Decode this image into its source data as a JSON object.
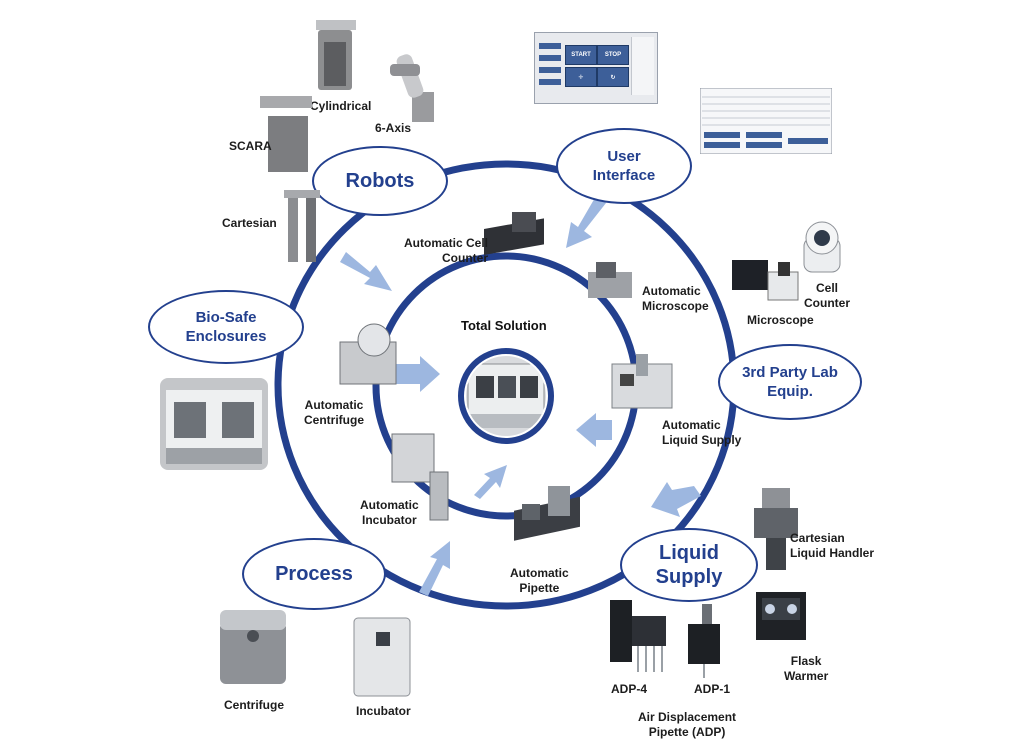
{
  "hubs": {
    "robots": "Robots",
    "user_interface": "User\nInterface",
    "bio_safe": "Bio-Safe\nEnclosures",
    "third_party": "3rd Party Lab\nEquip.",
    "process": "Process",
    "liquid_supply": "Liquid\nSupply"
  },
  "center": {
    "title": "Total Solution"
  },
  "inner_modules": {
    "cell_counter": "Automatic Cell\nCounter",
    "microscope": "Automatic\nMicroscope",
    "liquid_supply": "Automatic\nLiquid Supply",
    "pipette": "Automatic\nPipette",
    "incubator": "Automatic\nIncubator",
    "centrifuge": "Automatic\nCentrifuge"
  },
  "robot_types": {
    "cylindrical": "Cylindrical",
    "six_axis": "6-Axis",
    "scara": "SCARA",
    "cartesian": "Cartesian"
  },
  "third_party_items": {
    "cell_counter": "Cell\nCounter",
    "microscope": "Microscope"
  },
  "liquid_items": {
    "cartesian_handler": "Cartesian\nLiquid Handler",
    "flask_warmer": "Flask\nWarmer",
    "adp4": "ADP-4",
    "adp1": "ADP-1",
    "adp": "Air Displacement\nPipette (ADP)"
  },
  "process_items": {
    "centrifuge": "Centrifuge",
    "incubator": "Incubator"
  },
  "ui_panel": {
    "start": "START",
    "stop": "STOP"
  },
  "colors": {
    "ring": "#23408e",
    "arrow": "#9db7e0",
    "hub_text": "#23408e"
  }
}
